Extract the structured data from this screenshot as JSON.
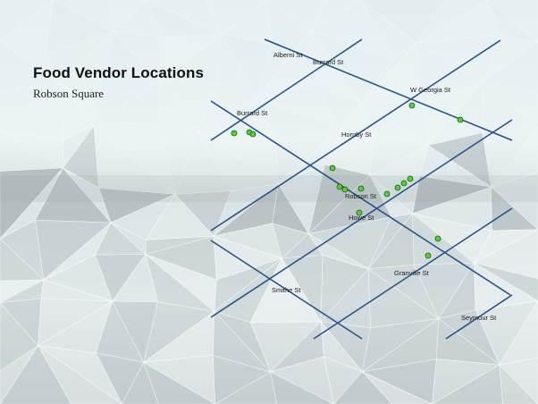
{
  "header": {
    "title": "Food Vendor Locations",
    "subtitle": "Robson Square"
  },
  "map": {
    "street_color": "#1f4e8a",
    "marker_color": "#4bd62a",
    "streets": [
      {
        "id": "alberni",
        "label": "Alberni St"
      },
      {
        "id": "burrard-top",
        "label": "Burrard St"
      },
      {
        "id": "burrard",
        "label": "Burrard St"
      },
      {
        "id": "w-georgia",
        "label": "W Georgia St"
      },
      {
        "id": "hornby",
        "label": "Hornby St"
      },
      {
        "id": "robson",
        "label": "Robson St"
      },
      {
        "id": "howe",
        "label": "Howe St"
      },
      {
        "id": "granville",
        "label": "Granville St"
      },
      {
        "id": "smithe",
        "label": "Smithe St"
      },
      {
        "id": "seymour",
        "label": "Seymour St"
      }
    ],
    "vendor_count": 16
  }
}
